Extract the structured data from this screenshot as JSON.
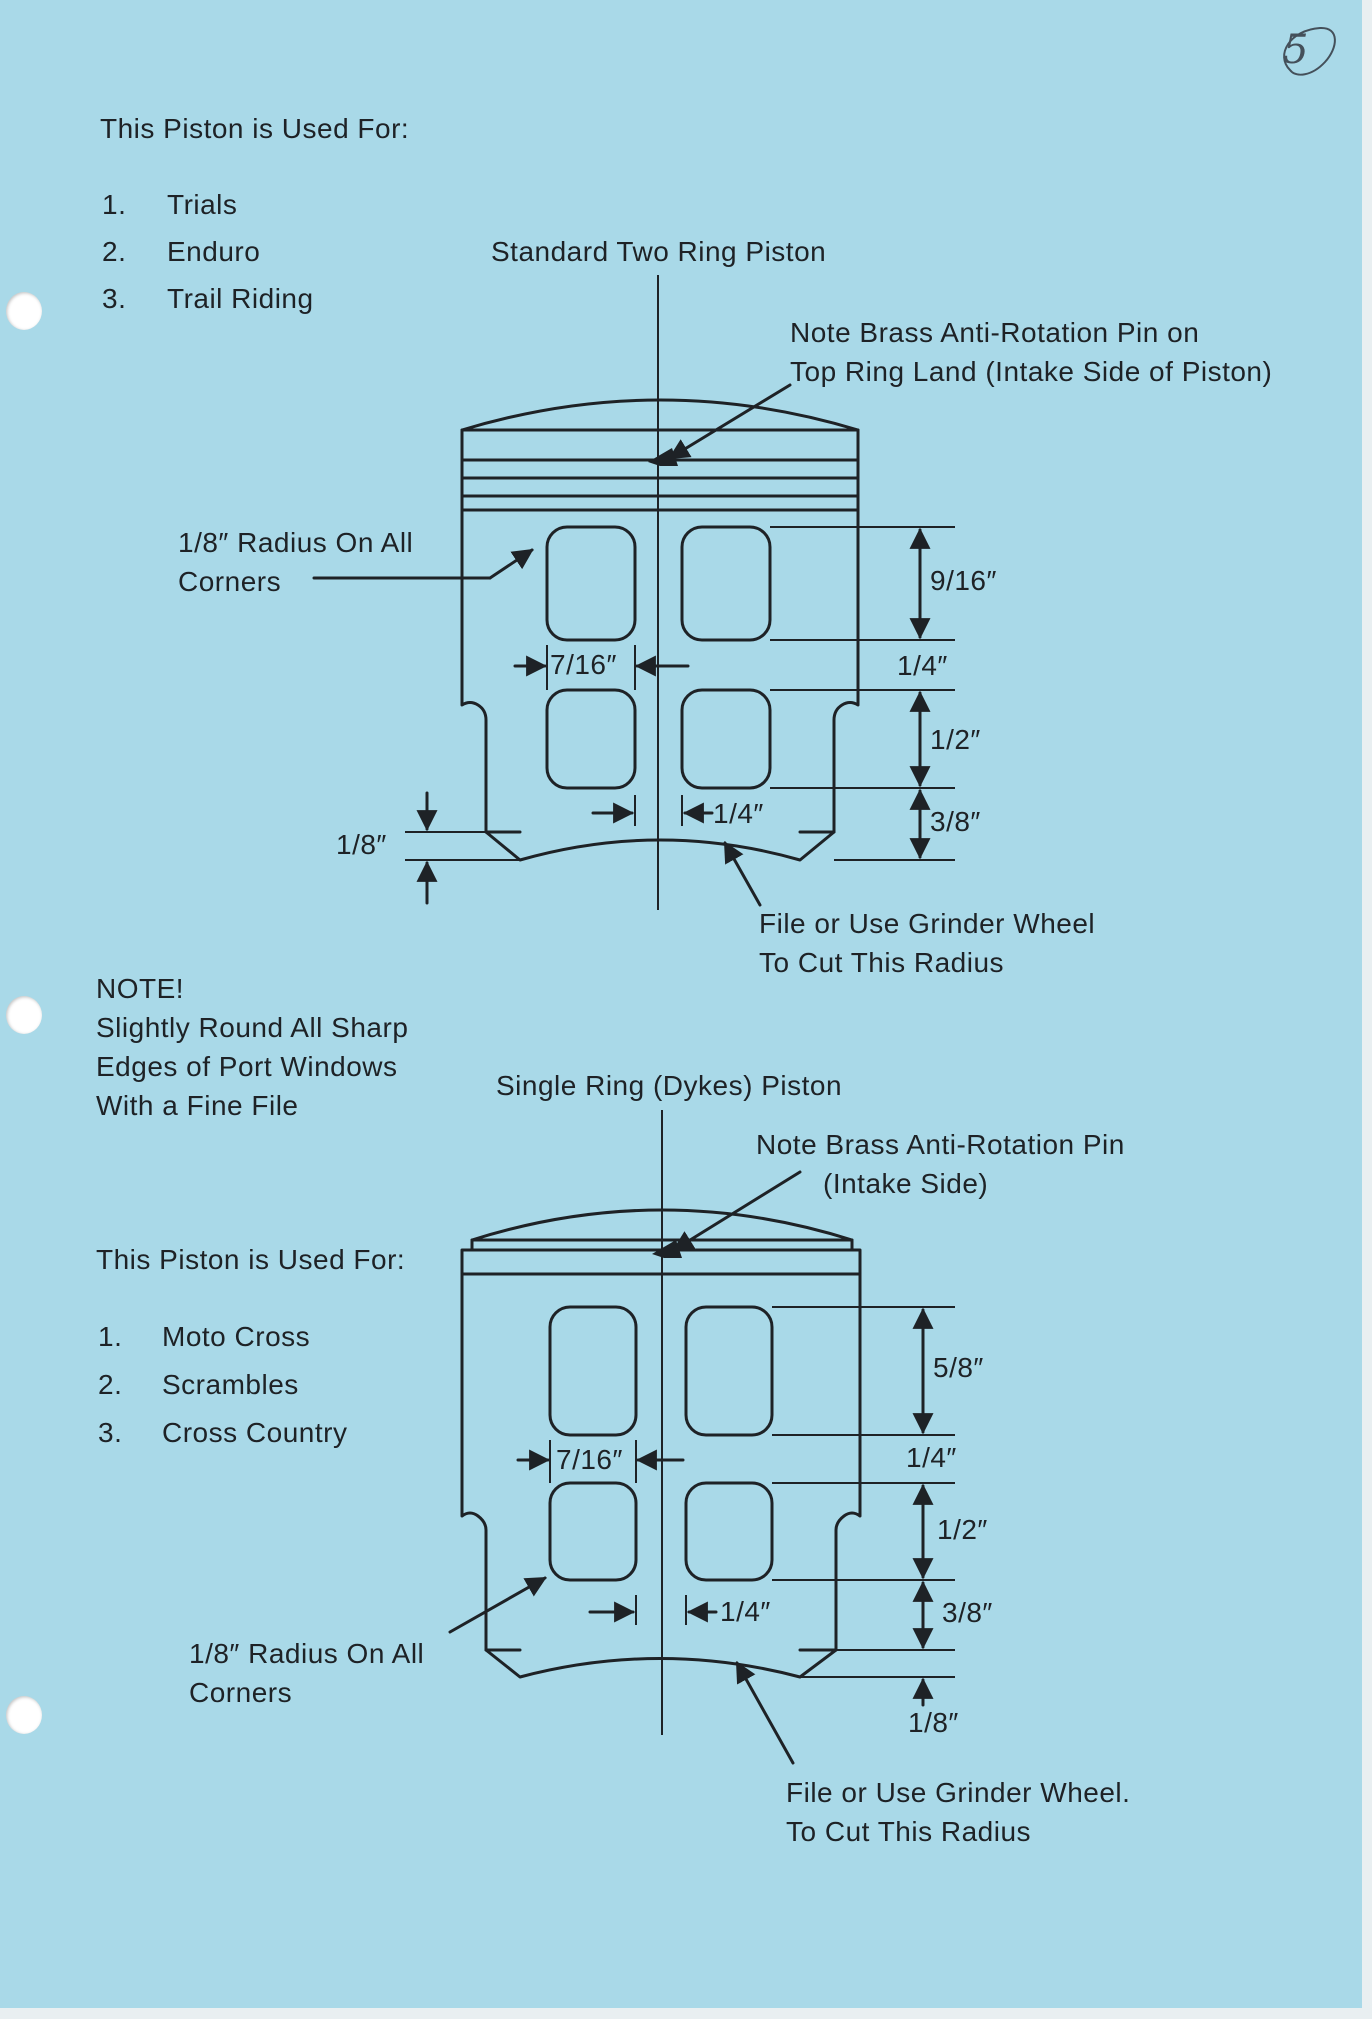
{
  "page_number": "5",
  "top_section": {
    "used_for_title": "This Piston is Used For:",
    "uses": [
      {
        "num": "1.",
        "label": "Trials"
      },
      {
        "num": "2.",
        "label": "Enduro"
      },
      {
        "num": "3.",
        "label": "Trail Riding"
      }
    ],
    "piston_title": "Standard Two Ring Piston",
    "pin_note": [
      "Note Brass Anti-Rotation Pin on",
      "Top Ring Land (Intake Side of Piston)"
    ],
    "radius_note": [
      "1/8″ Radius On All",
      "Corners"
    ],
    "file_note": [
      "File or Use Grinder Wheel",
      "To Cut This Radius"
    ],
    "dims": {
      "window_height": "9/16″",
      "gap": "1/4″",
      "lower_window": "1/2″",
      "skirt": "3/8″",
      "window_width": "7/16″",
      "bridge": "1/4″",
      "radius_depth": "1/8″"
    }
  },
  "note": {
    "title": "NOTE!",
    "lines": [
      "Slightly Round All Sharp",
      "Edges of Port Windows",
      "With a Fine File"
    ]
  },
  "bottom_section": {
    "used_for_title": "This Piston is Used For:",
    "uses": [
      {
        "num": "1.",
        "label": "Moto Cross"
      },
      {
        "num": "2.",
        "label": "Scrambles"
      },
      {
        "num": "3.",
        "label": "Cross Country"
      }
    ],
    "piston_title": "Single Ring (Dykes) Piston",
    "pin_note": [
      "Note Brass Anti-Rotation Pin",
      "(Intake Side)"
    ],
    "radius_note": [
      "1/8″ Radius On All",
      "Corners"
    ],
    "file_note": [
      "File or Use Grinder Wheel.",
      "To Cut This Radius"
    ],
    "dims": {
      "window_height": "5/8″",
      "gap": "1/4″",
      "lower_window": "1/2″",
      "skirt": "3/8″",
      "window_width": "7/16″",
      "bridge": "1/4″",
      "radius_depth": "1/8″"
    }
  },
  "colors": {
    "paper": "#a9d9e8",
    "ink": "#1e2226"
  }
}
